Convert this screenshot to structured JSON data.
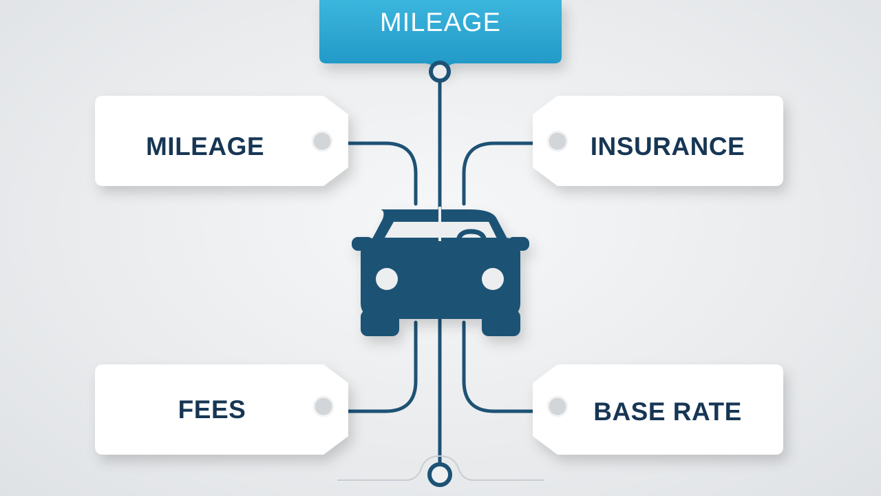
{
  "diagram": {
    "top_tag": {
      "label": "MILEAGE",
      "color": "#2aa3cf"
    },
    "tags": [
      {
        "label": "MILEAGE"
      },
      {
        "label": "INSURANCE"
      },
      {
        "label": "FEES"
      },
      {
        "label": "BASE RATE"
      }
    ],
    "center_icon": {
      "icon": "car-icon",
      "color": "#1d5275"
    },
    "line_color": "#1d5275"
  }
}
